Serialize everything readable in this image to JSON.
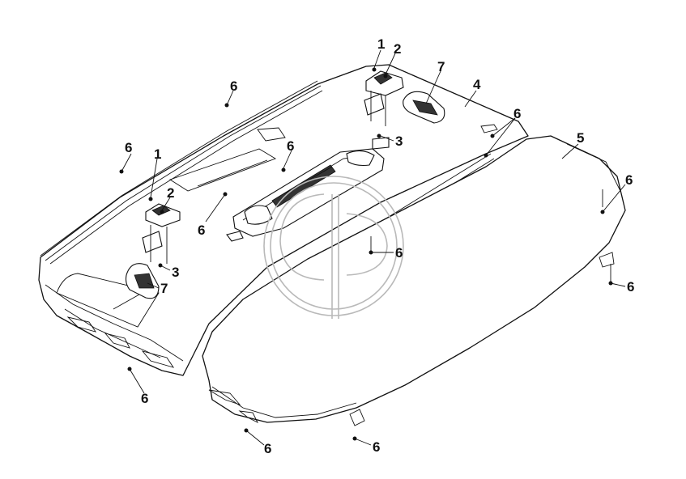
{
  "diagram": {
    "callouts": [
      {
        "id": "c1a",
        "label": "1"
      },
      {
        "id": "c2a",
        "label": "2"
      },
      {
        "id": "c3a",
        "label": "3"
      },
      {
        "id": "c7a",
        "label": "7"
      },
      {
        "id": "c4",
        "label": "4"
      },
      {
        "id": "c6a",
        "label": "6"
      },
      {
        "id": "c5",
        "label": "5"
      },
      {
        "id": "c6b",
        "label": "6"
      },
      {
        "id": "c6c",
        "label": "6"
      },
      {
        "id": "c6d",
        "label": "6"
      },
      {
        "id": "c1b",
        "label": "1"
      },
      {
        "id": "c2b",
        "label": "2"
      },
      {
        "id": "c6e",
        "label": "6"
      },
      {
        "id": "c6f",
        "label": "6"
      },
      {
        "id": "c3b",
        "label": "3"
      },
      {
        "id": "c7b",
        "label": "7"
      },
      {
        "id": "c6g",
        "label": "6"
      },
      {
        "id": "c6h",
        "label": "6"
      },
      {
        "id": "c6i",
        "label": "6"
      },
      {
        "id": "c6j",
        "label": "6"
      },
      {
        "id": "c6k",
        "label": "6"
      }
    ],
    "watermark_icon": "company-logo-watermark"
  }
}
